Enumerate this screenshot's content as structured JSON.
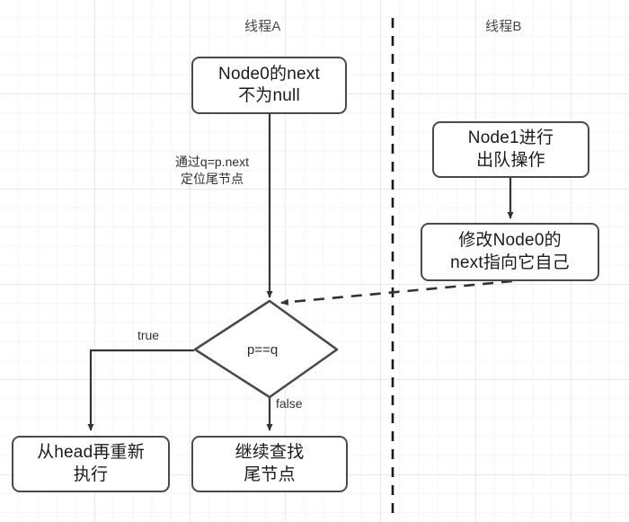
{
  "diagram": {
    "type": "flowchart",
    "title_visible": false,
    "background": "#ffffff",
    "grid": true,
    "colors": {
      "node_stroke": "#4a4a4a",
      "node_fill": "#ffffff",
      "edge": "#333333",
      "lane_divider": "#1a1a1a",
      "text": "#1a1a1a"
    },
    "lanes": [
      {
        "id": "lane-a",
        "label": "线程A"
      },
      {
        "id": "lane-b",
        "label": "线程B"
      }
    ],
    "nodes": [
      {
        "id": "node0-next",
        "shape": "rounded-rect",
        "text": "Node0的next\n不为null"
      },
      {
        "id": "node1-dequeue",
        "shape": "rounded-rect",
        "text": "Node1进行\n出队操作"
      },
      {
        "id": "node0-self-next",
        "shape": "rounded-rect",
        "text": "修改Node0的\nnext指向它自己"
      },
      {
        "id": "decision-pq",
        "shape": "diamond",
        "text": "p==q"
      },
      {
        "id": "restart-head",
        "shape": "rounded-rect",
        "text": "从head再重新\n执行"
      },
      {
        "id": "keep-searching",
        "shape": "rounded-rect",
        "text": "继续查找\n尾节点"
      }
    ],
    "edge_labels": {
      "locate_tail": "通过q=p.next\n定位尾节点",
      "true_branch": "true",
      "false_branch": "false"
    }
  }
}
